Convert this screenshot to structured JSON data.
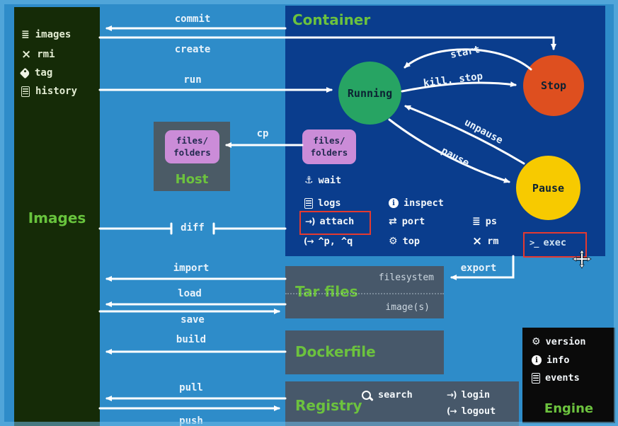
{
  "sidebar": {
    "title": "Images",
    "items": [
      {
        "icon": "list-icon",
        "label": "images"
      },
      {
        "icon": "x-icon",
        "label": "rmi"
      },
      {
        "icon": "tag-icon",
        "label": "tag"
      },
      {
        "icon": "doc-icon",
        "label": "history"
      }
    ]
  },
  "container": {
    "title": "Container",
    "states": {
      "running": "Running",
      "stop": "Stop",
      "pause": "Pause"
    },
    "transitions": {
      "start": "start",
      "kill_stop": "kill, stop",
      "unpause": "unpause",
      "pause": "pause"
    },
    "files_folders": "files/\nfolders",
    "commands": {
      "wait": "wait",
      "logs": "logs",
      "attach": "attach",
      "detach": "^p, ^q",
      "inspect": "inspect",
      "port": "port",
      "top": "top",
      "ps": "ps",
      "rm": "rm",
      "exec": "exec"
    }
  },
  "host": {
    "title": "Host",
    "files_folders": "files/\nfolders"
  },
  "arrows": {
    "commit": "commit",
    "create": "create",
    "run": "run",
    "cp": "cp",
    "diff": "diff",
    "import": "import",
    "load": "load",
    "save": "save",
    "build": "build",
    "pull": "pull",
    "push": "push",
    "export": "export"
  },
  "tar_files": {
    "title": "Tar files",
    "top_label": "filesystem",
    "bottom_label": "image(s)"
  },
  "dockerfile": {
    "title": "Dockerfile"
  },
  "registry": {
    "title": "Registry",
    "commands": {
      "search": "search",
      "login": "login",
      "logout": "logout"
    }
  },
  "engine": {
    "title": "Engine",
    "items": [
      {
        "icon": "gear-icon",
        "label": "version"
      },
      {
        "icon": "info-icon",
        "label": "info"
      },
      {
        "icon": "doc-icon",
        "label": "events"
      }
    ]
  },
  "icons": {
    "list": "≣",
    "x": "×",
    "anchor": "⚓",
    "gear": "⚙",
    "swap": "⇄",
    "terminal": ">_",
    "sign_in": "→)",
    "sign_out": "(→",
    "info": "i"
  },
  "colors": {
    "background": "#2e8cc9",
    "container": "#0a3d8d",
    "sidebar": "#152b07",
    "panel": "#47586a",
    "engine": "#0a0a0a",
    "purple": "#cb8cd8",
    "running": "#27a463",
    "stop": "#de4f1f",
    "pause": "#f7ca00",
    "title_green": "#6cc23e",
    "highlight_red": "#e43a30",
    "arrow": "#ffffff"
  }
}
